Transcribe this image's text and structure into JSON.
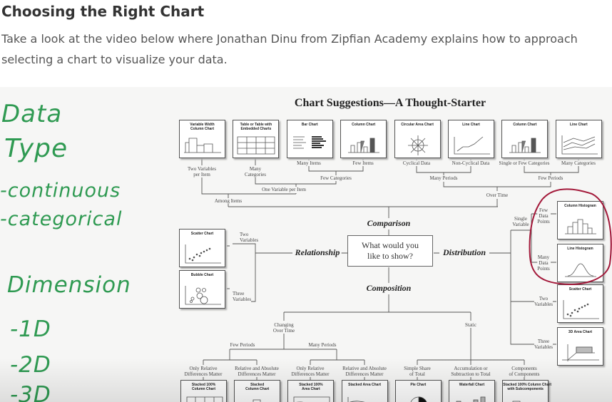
{
  "header": {
    "title": "Choosing the Right Chart",
    "intro": "Take a look at the video below where Jonathan Dinu from Zipfian Academy explains how to approach selecting a chart to visualize your data."
  },
  "whiteboard": {
    "color": "#2f9a52",
    "annotation_color": "#a3193a",
    "notes": [
      "Data",
      "Type",
      "-continuous",
      "-categorical",
      "Dimension",
      "-1D",
      "-2D",
      "-3D"
    ]
  },
  "diagram": {
    "title": "Chart Suggestions—A Thought-Starter",
    "question": "What would you\nlike to show?",
    "categories": {
      "comparison": "Comparison",
      "relationship": "Relationship",
      "distribution": "Distribution",
      "composition": "Composition"
    },
    "top_charts": [
      {
        "name": "Variable Width\nColumn Chart",
        "icon": "variable-width-column-icon"
      },
      {
        "name": "Table or Table with\nEmbedded Charts",
        "icon": "table-icon"
      },
      {
        "name": "Bar Chart",
        "icon": "bar-chart-icon"
      },
      {
        "name": "Column Chart",
        "icon": "column-chart-icon"
      },
      {
        "name": "Circular Area Chart",
        "icon": "circular-area-icon"
      },
      {
        "name": "Line Chart",
        "icon": "line-chart-icon"
      },
      {
        "name": "Column Chart",
        "icon": "column-chart-icon"
      },
      {
        "name": "Line Chart",
        "icon": "multi-line-chart-icon"
      }
    ],
    "comparison_labels": {
      "two_vars_per_item": "Two Variables\nper Item",
      "many_categories": "Many\nCategories",
      "many_items": "Many Items",
      "few_items": "Few Items",
      "few_categories": "Few Categories",
      "one_var_per_item": "One Variable per Item",
      "among_items": "Among Items",
      "cyclical": "Cyclical Data",
      "non_cyclical": "Non-Cyclical Data",
      "single_few_categories": "Single or Few Categories",
      "many_categories_time": "Many Categories",
      "many_periods": "Many Periods",
      "few_periods": "Few Periods",
      "over_time": "Over Time"
    },
    "relationship_charts": [
      {
        "name": "Scatter Chart",
        "icon": "scatter-icon",
        "label": "Two\nVariables"
      },
      {
        "name": "Bubble Chart",
        "icon": "bubble-icon",
        "label": "Three\nVariables"
      }
    ],
    "distribution": {
      "single_variable": "Single\nVariable",
      "charts": [
        {
          "name": "Column Histogram",
          "icon": "column-histogram-icon",
          "label": "Few\nData\nPoints"
        },
        {
          "name": "Line Histogram",
          "icon": "line-histogram-icon",
          "label": "Many\nData\nPoints"
        },
        {
          "name": "Scatter Chart",
          "icon": "scatter-icon",
          "label": "Two\nVariables"
        },
        {
          "name": "3D Area Chart",
          "icon": "3d-area-icon",
          "label": "Three\nVariables"
        }
      ]
    },
    "composition": {
      "changing_over_time": "Changing\nOver Time",
      "static": "Static",
      "few_periods": "Few Periods",
      "many_periods": "Many Periods",
      "charts": [
        {
          "name": "Stacked 100%\nColumn Chart",
          "icon": "stacked-100-column-icon",
          "label": "Only Relative\nDifferences Matter"
        },
        {
          "name": "Stacked\nColumn Chart",
          "icon": "stacked-column-icon",
          "label": "Relative and Absolute\nDifferences Matter"
        },
        {
          "name": "Stacked 100%\nArea Chart",
          "icon": "stacked-100-area-icon",
          "label": "Only Relative\nDifferences Matter"
        },
        {
          "name": "Stacked Area Chart",
          "icon": "stacked-area-icon",
          "label": "Relative and Absolute\nDifferences Matter"
        },
        {
          "name": "Pie Chart",
          "icon": "pie-chart-icon",
          "label": "Simple Share\nof Total"
        },
        {
          "name": "Waterfall Chart",
          "icon": "waterfall-icon",
          "label": "Accumulation or\nSubtraction to Total"
        },
        {
          "name": "Stacked 100% Column Chart\nwith Subcomponents",
          "icon": "stacked-subcomponents-icon",
          "label": "Components\nof Components"
        }
      ]
    }
  }
}
